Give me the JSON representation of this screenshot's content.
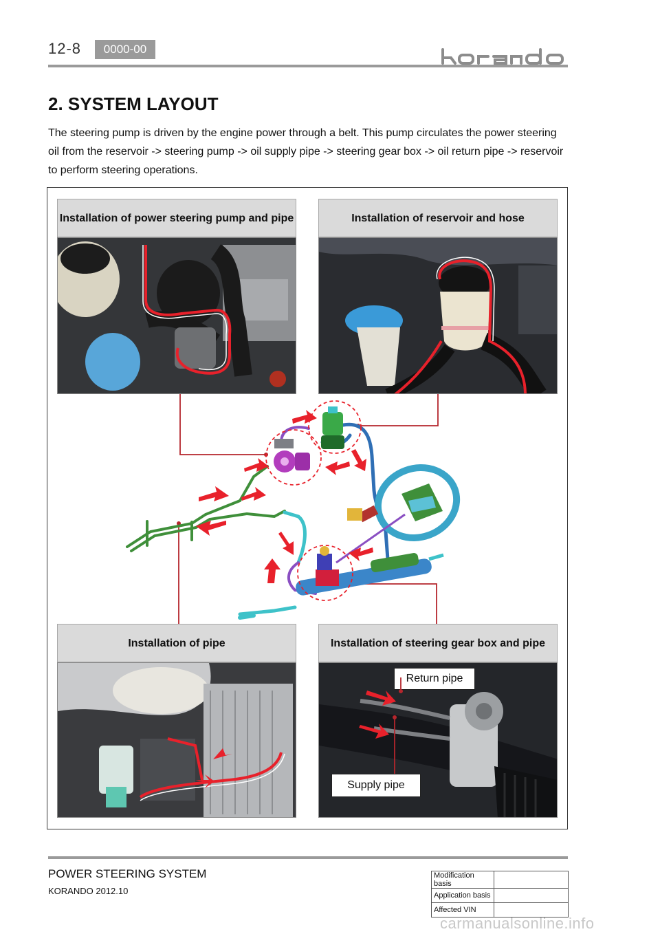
{
  "header": {
    "page_number": "12-8",
    "code": "0000-00",
    "logo_text": "korando"
  },
  "section": {
    "title": "2. SYSTEM LAYOUT",
    "intro": "The steering pump is driven by the engine power through a belt. This pump circulates the power steering oil from the reservoir -> steering pump -> oil supply pipe -> steering gear box -> oil return pipe -> reservoir to perform steering operations."
  },
  "figure": {
    "panels": {
      "pump": {
        "title": "Installation of power steering pump and pipe"
      },
      "reservoir": {
        "title": "Installation of reservoir and hose"
      },
      "pipe": {
        "title": "Installation of pipe"
      },
      "gearbox": {
        "title": "Installation of steering gear box and pipe"
      }
    },
    "callouts": {
      "return_pipe": "Return pipe",
      "supply_pipe": "Supply pipe"
    },
    "colors": {
      "arrow": "#e8212b",
      "pipe_green": "#3f8f3a",
      "pipe_blue": "#2f6fb5",
      "highlight": "#e8212b"
    }
  },
  "footer": {
    "title": "POWER STEERING SYSTEM",
    "subtitle": "KORANDO 2012.10",
    "table": [
      {
        "label": "Modification basis",
        "value": ""
      },
      {
        "label": "Application basis",
        "value": ""
      },
      {
        "label": "Affected VIN",
        "value": ""
      }
    ],
    "watermark": "carmanualsonline.info"
  }
}
